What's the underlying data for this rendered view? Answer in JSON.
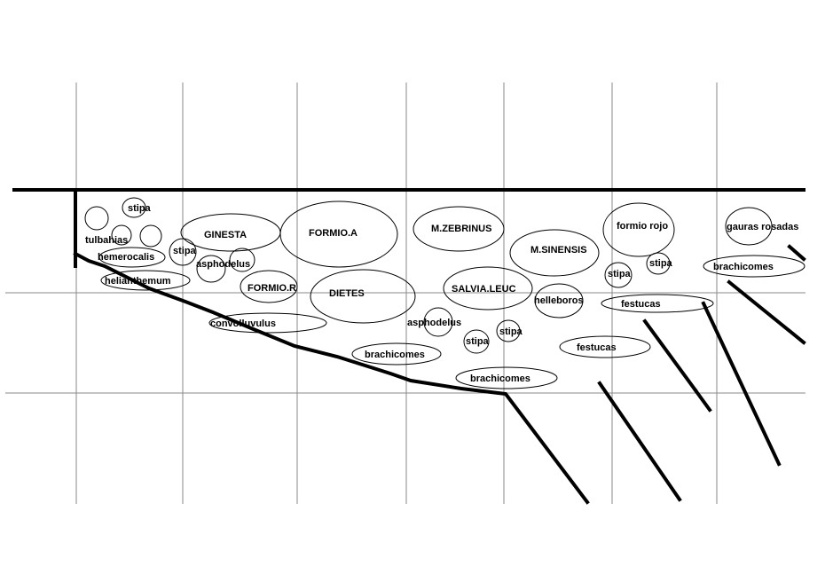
{
  "plants": {
    "stipa": "stipa",
    "tulbahias": "tulbahias",
    "hemerocalis": "hemerocalis",
    "helianthemum": "helianthemum",
    "ginesta": "GINESTA",
    "asphodelus": "asphodelus",
    "formio_a": "FORMIO.A",
    "formio_r": "FORMIO.R",
    "dietes": "DIETES",
    "convolluvulus": "convolluvulus",
    "m_zebrinus": "M.ZEBRINUS",
    "salvia_leuc": "SALVIA.LEUC",
    "m_sinensis": "M.SINENSIS",
    "helleboros": "helleboros",
    "formio_rojo": "formio rojo",
    "gauras_rosadas": "gauras rosadas",
    "brachicomes": "brachicomes",
    "festucas": "festucas"
  }
}
